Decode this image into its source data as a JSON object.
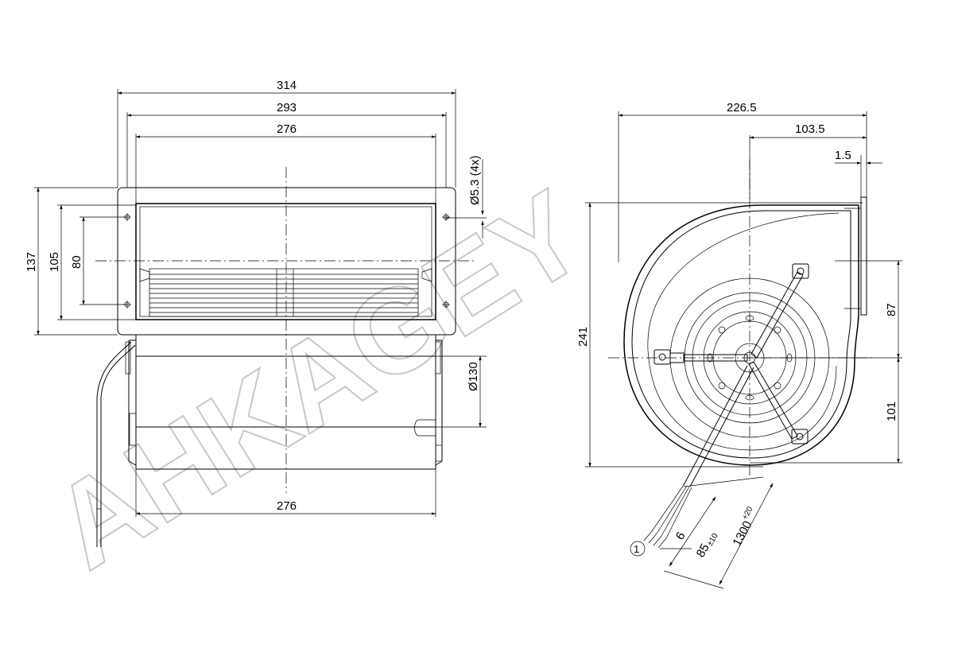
{
  "front_view": {
    "dim_overall_width": "314",
    "dim_flange_width": "293",
    "dim_outlet_width": "276",
    "dim_bottom_width": "276",
    "dim_height_137": "137",
    "dim_height_105": "105",
    "dim_height_80": "80",
    "dim_hole": "Ø5.3 (4x)",
    "dim_diameter": "Ø130"
  },
  "side_view": {
    "dim_overall_depth": "226.5",
    "dim_center_offset": "103.5",
    "dim_flange_thickness": "1.5",
    "dim_height_241": "241",
    "dim_upper_87": "87",
    "dim_lower_101": "101",
    "dim_strip_6": "6",
    "dim_lead_85_base": "85",
    "dim_lead_85_tol": "±10",
    "dim_cable_base": "1300",
    "dim_cable_tol": "+20",
    "callout_1": "1"
  },
  "watermark": {
    "text": "AHKAGEY"
  },
  "colors": {
    "line": "#000000",
    "watermark": "#c8c8c8"
  }
}
